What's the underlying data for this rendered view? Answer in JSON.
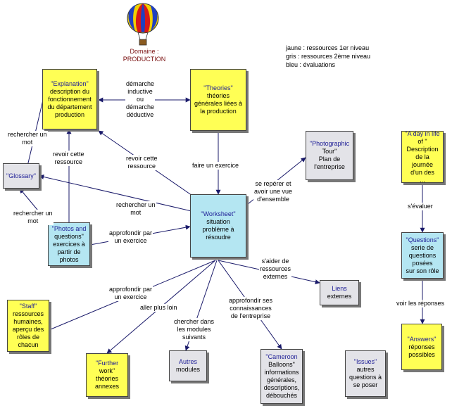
{
  "header": {
    "domain_line1": "Domaine :",
    "domain_line2": "PRODUCTION",
    "logo_icon": "hot-air-balloon-icon"
  },
  "legend": [
    "jaune : ressources 1er niveau",
    "gris : ressources 2ème niveau",
    "bleu : évaluations"
  ],
  "colors": {
    "yellow": "#ffff55",
    "gray": "#e3e3e8",
    "blue": "#b4e6f2",
    "title_text": "#1d1d96"
  },
  "nodes": {
    "explanation": {
      "title": "\"Explanation\"",
      "lines": [
        "description du",
        "fonctionnement",
        "du département",
        "production"
      ],
      "color": "yellow"
    },
    "theories": {
      "title": "\"Theories\"",
      "lines": [
        "théories",
        "générales liées à",
        "la production"
      ],
      "color": "yellow"
    },
    "glossary": {
      "title": "\"Glossary\"",
      "lines": [],
      "color": "gray"
    },
    "photographic_tour": {
      "title": "\"Photographic",
      "lines": [
        "Tour\"",
        "Plan de",
        "l'entreprise"
      ],
      "color": "gray"
    },
    "worksheet": {
      "title": "\"Worksheet\"",
      "lines": [
        "situation",
        "problème à",
        "résoudre"
      ],
      "color": "blue"
    },
    "photos_questions": {
      "title": "\"Photos and",
      "lines": [
        "questions\"",
        "exercices à",
        "partir de",
        "photos"
      ],
      "color": "blue"
    },
    "staff": {
      "title": "\"Staff\"",
      "lines": [
        "ressources",
        "humaines,",
        "aperçu des",
        "rôles de",
        "chacun"
      ],
      "color": "yellow"
    },
    "further_work": {
      "title": "\"Further",
      "lines": [
        "work\"",
        "théories",
        "annexes"
      ],
      "color": "yellow"
    },
    "autres_modules": {
      "title": "Autres",
      "lines": [
        "modules"
      ],
      "color": "gray"
    },
    "cameroon_balloons": {
      "title": "\"Cameroon",
      "lines": [
        "Balloons\"",
        "informations",
        "générales,",
        "descriptions,",
        "débouchés"
      ],
      "color": "gray"
    },
    "liens_externes": {
      "title": "Liens",
      "lines": [
        "externes"
      ],
      "color": "gray"
    },
    "issues": {
      "title": "\"Issues\"",
      "lines": [
        "autres",
        "questions à",
        "se poser"
      ],
      "color": "gray"
    },
    "day_in_life": {
      "title": "\"A day in life",
      "lines": [
        "of \"",
        "Description",
        "de la journée",
        "d'un des",
        "..."
      ],
      "color": "yellow"
    },
    "questions": {
      "title": "\"Questions\"",
      "lines": [
        "serie de",
        "questions",
        "posées",
        "sur son rôle"
      ],
      "color": "blue"
    },
    "answers": {
      "title": "\"Answers\"",
      "lines": [
        "réponses",
        "possibles"
      ],
      "color": "yellow"
    }
  },
  "edge_labels": {
    "demarche": [
      "démarche",
      "inductive",
      "ou",
      "démarche",
      "déductive"
    ],
    "rechercher_mot_1": [
      "rechercher un",
      "mot"
    ],
    "revoir_ressource_1": [
      "revoir cette",
      "ressource"
    ],
    "revoir_ressource_2": [
      "revoir cette",
      "ressource"
    ],
    "faire_exercice": [
      "faire un exercice"
    ],
    "se_reperer": [
      "se repérer et",
      "avoir une vue",
      "d'ensemble"
    ],
    "rechercher_mot_2": [
      "rechercher un",
      "mot"
    ],
    "rechercher_mot_3": [
      "rechercher un",
      "mot"
    ],
    "approfondir_1": [
      "approfondir par",
      "un exercice"
    ],
    "aider_ressources": [
      "s'aider de",
      "ressources",
      "externes"
    ],
    "approfondir_2": [
      "approfondir par",
      "un exercice"
    ],
    "aller_plus_loin": [
      "aller plus loin"
    ],
    "chercher_modules": [
      "chercher dans",
      "les modules",
      "suivants"
    ],
    "approfondir_connaissances": [
      "approfondir ses",
      "connaissances",
      "de l'entreprise"
    ],
    "s_evaluer": [
      "s'évaluer"
    ],
    "voir_reponses": [
      "voir les réponses"
    ]
  }
}
